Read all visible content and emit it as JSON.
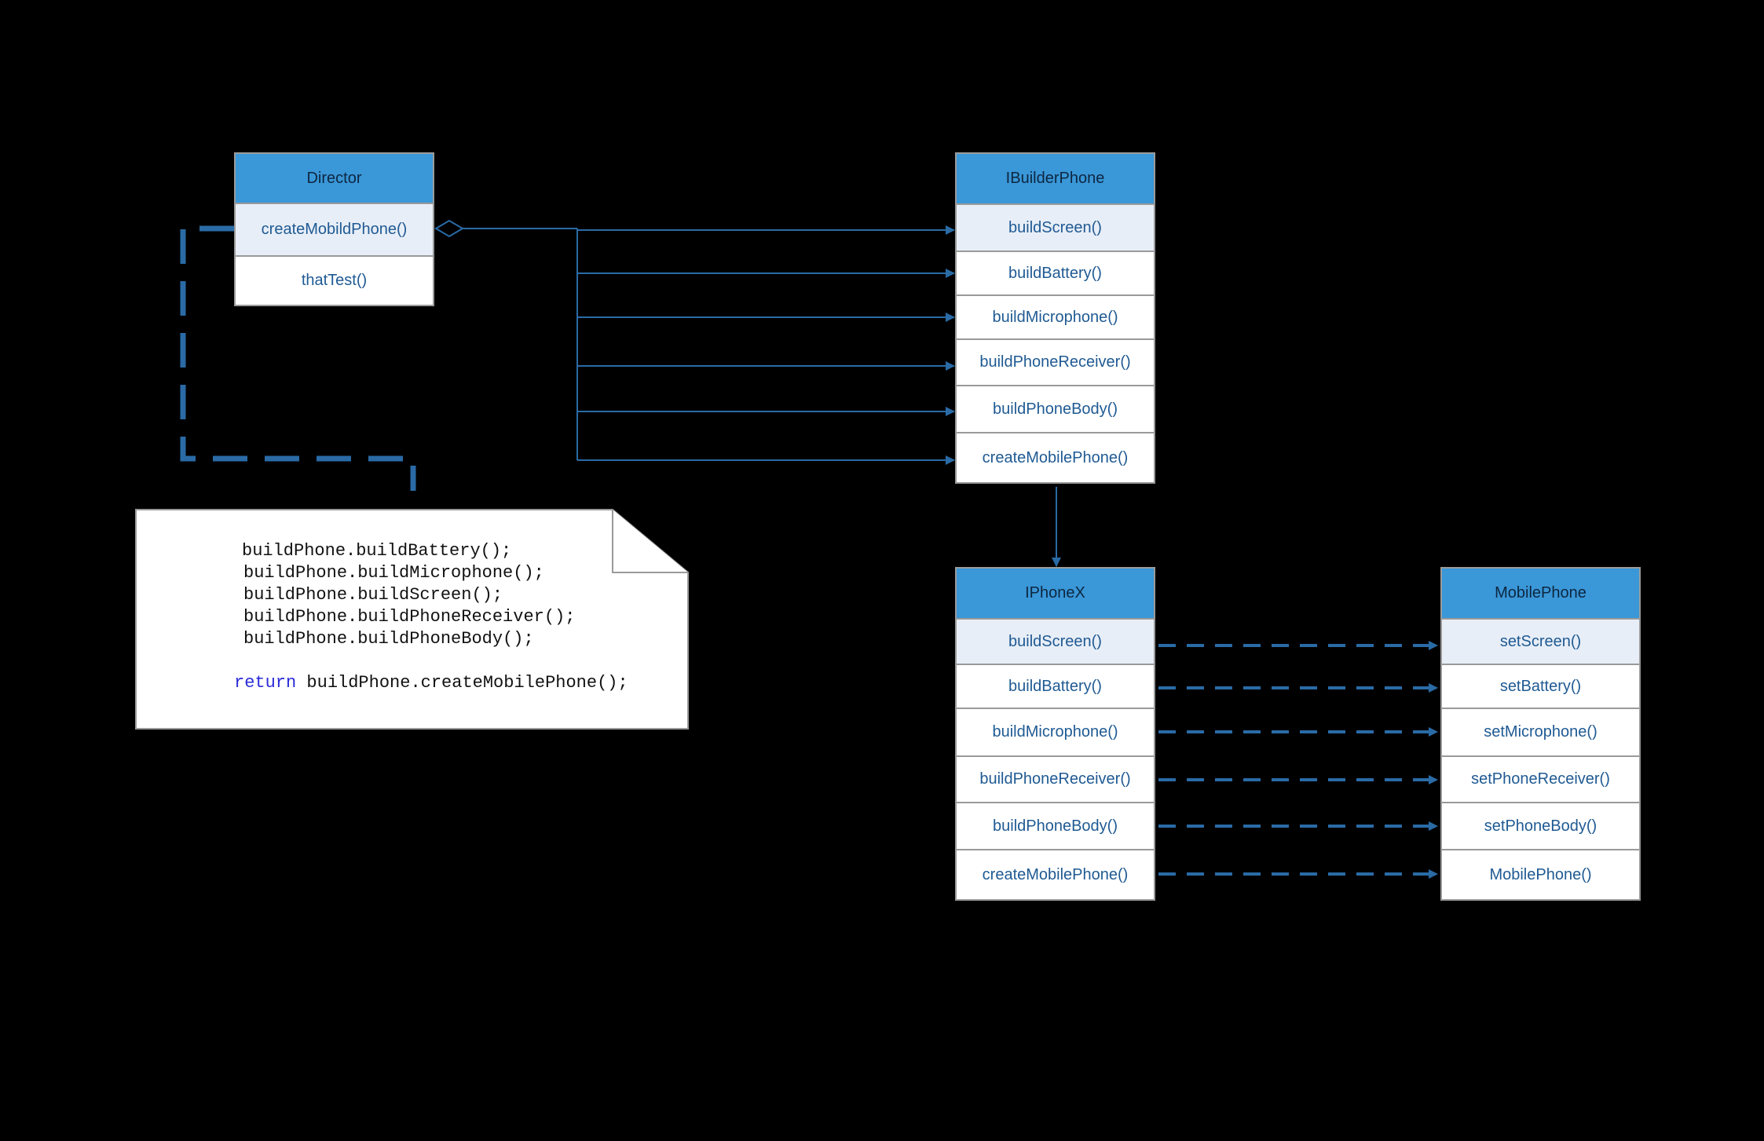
{
  "director": {
    "title": "Director",
    "methods": [
      "createMobildPhone()",
      "thatTest()"
    ]
  },
  "ibuilder": {
    "title": "IBuilderPhone",
    "methods": [
      "buildScreen()",
      "buildBattery()",
      "buildMicrophone()",
      "buildPhoneReceiver()",
      "buildPhoneBody()",
      "createMobilePhone()"
    ]
  },
  "iphonex": {
    "title": "IPhoneX",
    "methods": [
      "buildScreen()",
      "buildBattery()",
      "buildMicrophone()",
      "buildPhoneReceiver()",
      "buildPhoneBody()",
      "createMobilePhone()"
    ]
  },
  "mobilephone": {
    "title": "MobilePhone",
    "methods": [
      "setScreen()",
      "setBattery()",
      "setMicrophone()",
      "setPhoneReceiver()",
      "setPhoneBody()",
      "MobilePhone()"
    ]
  },
  "note": {
    "lines": [
      "buildPhone.buildBattery();",
      "buildPhone.buildMicrophone();",
      "buildPhone.buildScreen();",
      "buildPhone.buildPhoneReceiver();",
      "buildPhone.buildPhoneBody();"
    ],
    "return_keyword": "return",
    "return_expr": "buildPhone.createMobilePhone();"
  },
  "colors": {
    "header_fill": "#3a97d8",
    "method_text": "#1f5a93",
    "connector": "#2a6ba6",
    "background": "#000000"
  }
}
